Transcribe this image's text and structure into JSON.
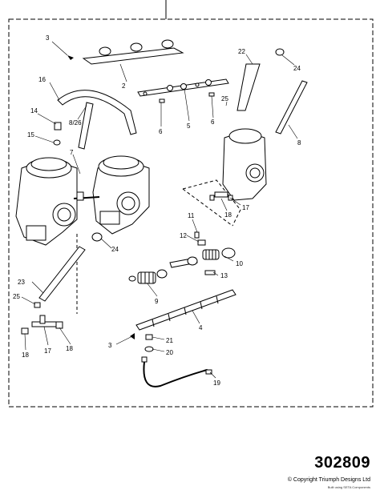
{
  "callouts": {
    "c1": "3",
    "c2": "2",
    "c3": "22",
    "c4": "24",
    "c5": "16",
    "c6": "8/26",
    "c7": "14",
    "c8": "15",
    "c9": "25",
    "c10": "6",
    "c11": "5",
    "c12": "6",
    "c13": "8",
    "c14": "7",
    "c15": "18",
    "c16": "17",
    "c17": "24",
    "c18": "11",
    "c19": "12",
    "c20": "10",
    "c21": "13",
    "c22": "9",
    "c23": "23",
    "c24": "25",
    "c25": "4",
    "c26": "3",
    "c27": "21",
    "c28": "20",
    "c29": "18",
    "c30": "17",
    "c31": "18",
    "c32": "19"
  },
  "footer": {
    "part_number": "302809",
    "copyright": "© Copyright Triumph Designs Ltd",
    "small_print": "Built using SETA Components"
  }
}
